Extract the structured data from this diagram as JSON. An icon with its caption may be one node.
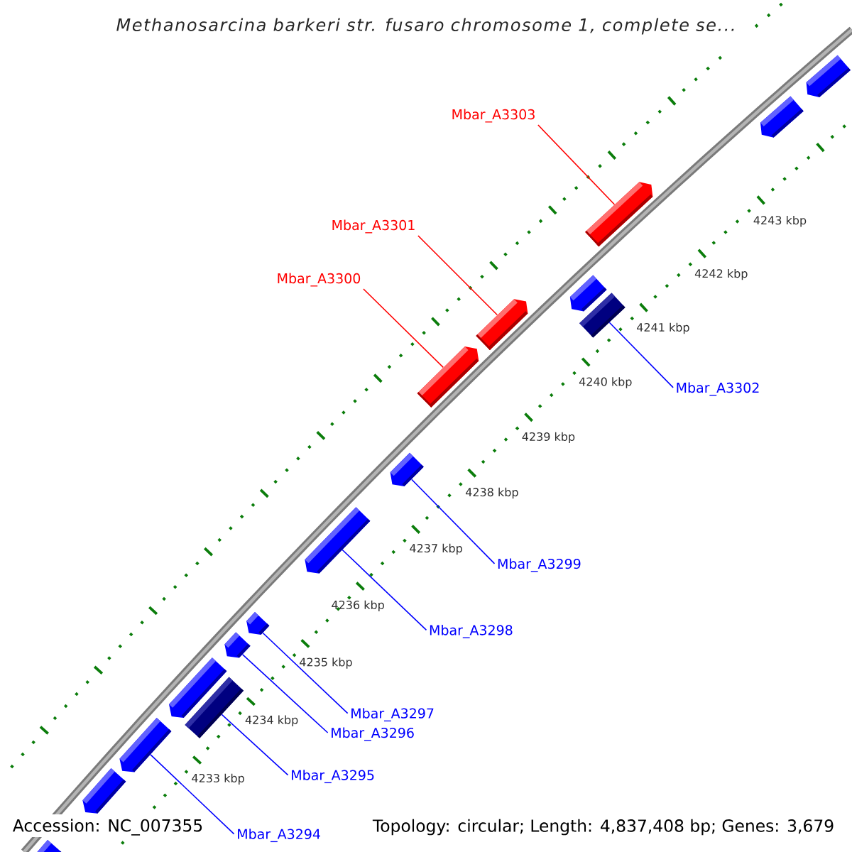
{
  "diagram": {
    "title": "Methanosarcina barkeri str. fusaro chromosome 1, complete se...",
    "nodes": [
      {
        "text": [
          "Mbar_A3303"
        ]
      },
      {
        "text": [
          "Mbar_A3301"
        ]
      },
      {
        "text": [
          "Mbar_A3300"
        ]
      },
      {
        "text": [
          "Mbar_A3302"
        ]
      },
      {
        "text": [
          "Mbar_A3299"
        ]
      },
      {
        "text": [
          "Mbar_A3298"
        ]
      },
      {
        "text": [
          "Mbar_A3297"
        ]
      },
      {
        "text": [
          "Mbar_A3296"
        ]
      },
      {
        "text": [
          "Mbar_A3295"
        ]
      },
      {
        "text": [
          "Mbar_A3294"
        ]
      },
      {
        "text": [],
        "shape": "bar"
      },
      {
        "text": [],
        "shape": "bar"
      },
      {
        "text": [],
        "shape": "bar"
      },
      {
        "text": [],
        "shape": "bar"
      },
      {
        "text": [],
        "shape": "bar"
      },
      {
        "text": [],
        "shape": "bar"
      },
      {
        "text": [],
        "shape": "bar"
      },
      {
        "text": [],
        "shape": "bar"
      },
      {
        "text": [],
        "shape": "bar"
      },
      {
        "text": [],
        "shape": "bar"
      },
      {
        "text": [],
        "shape": "bar"
      },
      {
        "text": [],
        "shape": "bar"
      },
      {
        "text": [],
        "shape": "bar"
      },
      {
        "text": [],
        "shape": "bar"
      },
      {
        "text": [],
        "shape": "bar"
      },
      {
        "text": [],
        "shape": "bar"
      }
    ],
    "edges": [
      {
        "from": 0,
        "to": 12,
        "arrow": "none",
        "color": "#ff0000"
      },
      {
        "from": 1,
        "to": 15,
        "arrow": "none",
        "color": "#ff0000"
      },
      {
        "from": 2,
        "to": 16,
        "arrow": "none",
        "color": "#ff0000"
      },
      {
        "from": 3,
        "to": 14,
        "arrow": "none"
      },
      {
        "from": 4,
        "to": 17,
        "arrow": "none"
      },
      {
        "from": 5,
        "to": 18,
        "arrow": "none"
      },
      {
        "from": 6,
        "to": 19,
        "arrow": "none"
      },
      {
        "from": 7,
        "to": 20,
        "arrow": "none"
      },
      {
        "from": 8,
        "to": 22,
        "arrow": "none"
      },
      {
        "from": 9,
        "to": 23,
        "arrow": "none"
      }
    ],
    "labels": [
      "4243 kbp",
      "4242 kbp",
      "4241 kbp",
      "4240 kbp",
      "4239 kbp",
      "4238 kbp",
      "4237 kbp",
      "4236 kbp",
      "4235 kbp",
      "4234 kbp",
      "4233 kbp",
      "Accession: NC_007355",
      "Topology: circular; Length: 4,837,408 bp; Genes: 3,679"
    ]
  }
}
